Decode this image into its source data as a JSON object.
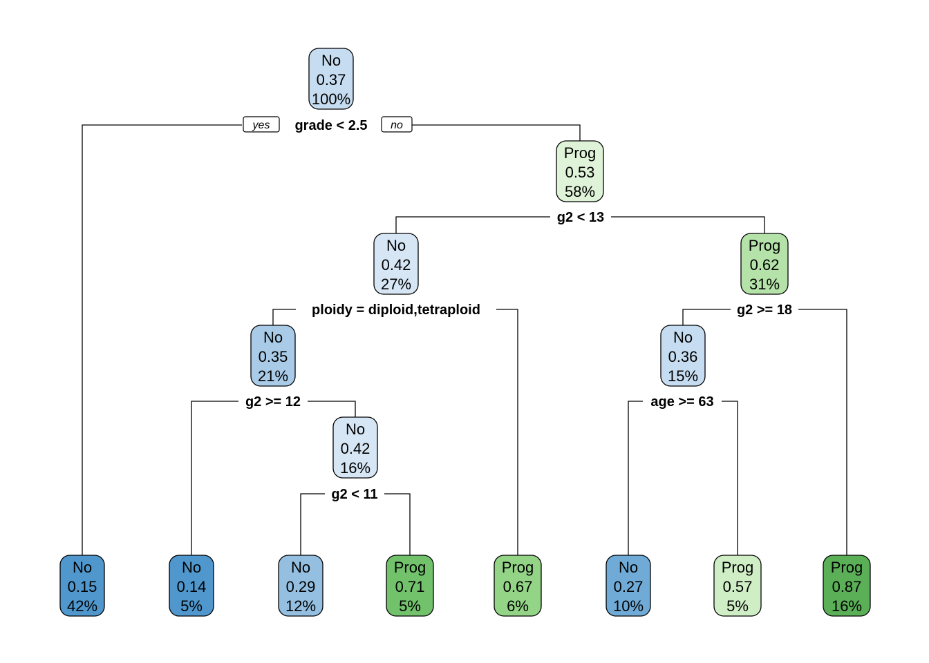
{
  "colors": {
    "no_dark": "#4f97cc",
    "no_mid": "#6fabd6",
    "no_light": "#94bfe0",
    "no_lighter": "#a9cbe7",
    "no_pale": "#c6dcf0",
    "no_palest": "#d6e6f5",
    "prog_palest": "#def3d8",
    "prog_pale": "#d0eec6",
    "prog_light": "#b4e2a8",
    "prog_mid": "#93d486",
    "prog_strong": "#72c26b",
    "prog_dark": "#5aaf57"
  },
  "nodes": [
    {
      "id": "root",
      "class_label": "No",
      "prob": "0.37",
      "pct": "100%",
      "color": "#c6dcf0"
    },
    {
      "id": "n3",
      "class_label": "Prog",
      "prob": "0.53",
      "pct": "58%",
      "color": "#def3d8"
    },
    {
      "id": "n6",
      "class_label": "No",
      "prob": "0.42",
      "pct": "27%",
      "color": "#d6e6f5"
    },
    {
      "id": "n7",
      "class_label": "Prog",
      "prob": "0.62",
      "pct": "31%",
      "color": "#b4e2a8"
    },
    {
      "id": "n12",
      "class_label": "No",
      "prob": "0.35",
      "pct": "21%",
      "color": "#a9cbe7"
    },
    {
      "id": "n14",
      "class_label": "No",
      "prob": "0.36",
      "pct": "15%",
      "color": "#c6dcf0"
    },
    {
      "id": "n25",
      "class_label": "No",
      "prob": "0.42",
      "pct": "16%",
      "color": "#d6e6f5"
    },
    {
      "id": "leaf1",
      "class_label": "No",
      "prob": "0.15",
      "pct": "42%",
      "color": "#4f97cc"
    },
    {
      "id": "leaf2",
      "class_label": "No",
      "prob": "0.14",
      "pct": "5%",
      "color": "#4f97cc"
    },
    {
      "id": "leaf3",
      "class_label": "No",
      "prob": "0.29",
      "pct": "12%",
      "color": "#94bfe0"
    },
    {
      "id": "leaf4",
      "class_label": "Prog",
      "prob": "0.71",
      "pct": "5%",
      "color": "#72c26b"
    },
    {
      "id": "leaf5",
      "class_label": "Prog",
      "prob": "0.67",
      "pct": "6%",
      "color": "#93d486"
    },
    {
      "id": "leaf6",
      "class_label": "No",
      "prob": "0.27",
      "pct": "10%",
      "color": "#6fabd6"
    },
    {
      "id": "leaf7",
      "class_label": "Prog",
      "prob": "0.57",
      "pct": "5%",
      "color": "#d0eec6"
    },
    {
      "id": "leaf8",
      "class_label": "Prog",
      "prob": "0.87",
      "pct": "16%",
      "color": "#5aaf57"
    }
  ],
  "splits": [
    {
      "id": "s_root",
      "text": "grade < 2.5"
    },
    {
      "id": "s_n3",
      "text": "g2 < 13"
    },
    {
      "id": "s_n6",
      "text": "ploidy = diploid,tetraploid"
    },
    {
      "id": "s_n7",
      "text": "g2 >= 18"
    },
    {
      "id": "s_n12",
      "text": "g2 >= 12"
    },
    {
      "id": "s_n14",
      "text": "age >= 63"
    },
    {
      "id": "s_n25",
      "text": "g2 < 11"
    }
  ],
  "branch_labels": {
    "yes": "yes",
    "no": "no"
  }
}
